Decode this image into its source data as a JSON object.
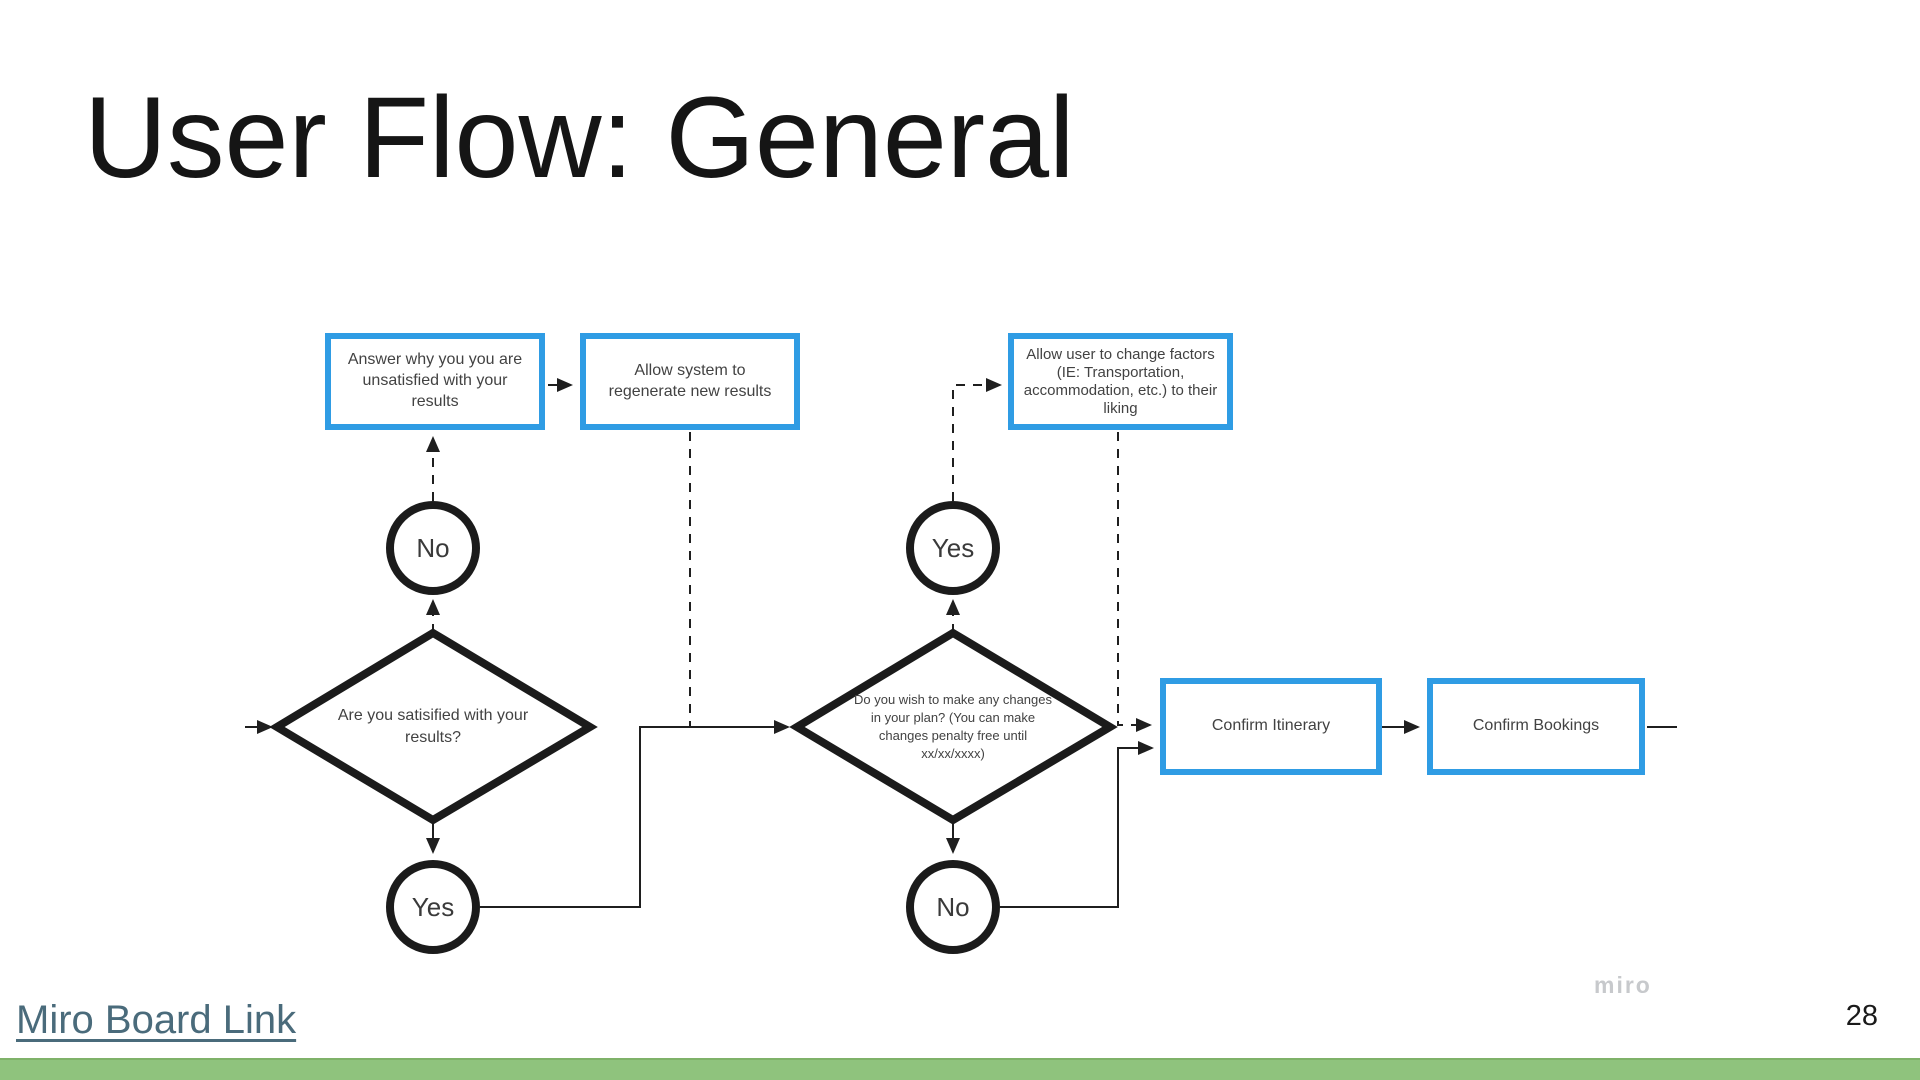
{
  "slide": {
    "title": "User Flow: General",
    "page_number": "28",
    "watermark": "miro",
    "link_label": "Miro Board Link"
  },
  "colors": {
    "process_box_border": "#2f9ce4",
    "shape_outline": "#1b1b1b",
    "shape_text": "#424242",
    "connector": "#1f1f1f",
    "link_text": "#4a6b7b",
    "watermark_text": "#c7c9cc",
    "footer_bar": "#8fc37d"
  },
  "flowchart": {
    "boxes": [
      {
        "id": "answer-why",
        "label": "Answer why you you are unsatisfied with your results"
      },
      {
        "id": "regenerate",
        "label": "Allow system to regenerate new results"
      },
      {
        "id": "change-factors",
        "label": "Allow user to change factors (IE: Transportation, accommodation, etc.) to their liking"
      },
      {
        "id": "confirm-itinerary",
        "label": "Confirm Itinerary"
      },
      {
        "id": "confirm-bookings",
        "label": "Confirm Bookings"
      }
    ],
    "decisions": [
      {
        "id": "satisfied",
        "label": "Are you satisified with your results?"
      },
      {
        "id": "changes",
        "label": "Do you wish to make any changes in your plan? (You can make changes penalty free until xx/xx/xxxx)"
      }
    ],
    "terminals": [
      {
        "id": "no-1",
        "label": "No"
      },
      {
        "id": "yes-2",
        "label": "Yes"
      },
      {
        "id": "yes-1",
        "label": "Yes"
      },
      {
        "id": "no-2",
        "label": "No"
      }
    ]
  }
}
